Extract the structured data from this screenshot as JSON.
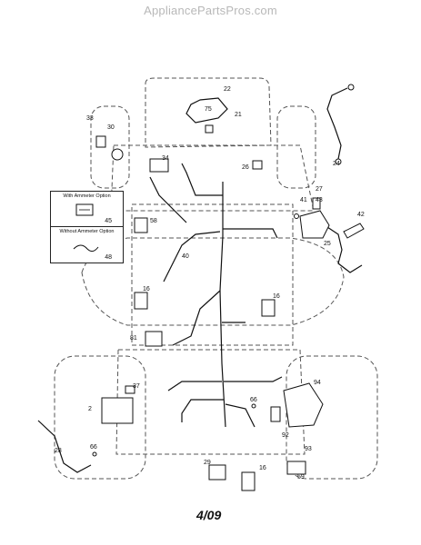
{
  "watermark": "AppliancePartsPros.com",
  "date_code": "4/09",
  "inset": {
    "with_ammeter_title": "With Ammeter Option",
    "with_ammeter_part": "45",
    "without_ammeter_title": "Without Ammeter Option",
    "without_ammeter_part": "48"
  },
  "callouts": {
    "c22": "22",
    "c75": "75",
    "c21": "21",
    "c33": "33",
    "c30": "30",
    "c34": "34",
    "c26": "26",
    "c24": "24",
    "c58": "58",
    "c41": "41",
    "c27": "27",
    "c43": "43",
    "c42": "42",
    "c25": "25",
    "c40": "40",
    "c16a": "16",
    "c16b": "16",
    "c81": "81",
    "c37": "37",
    "c2": "2",
    "c94": "94",
    "c66a": "66",
    "c92": "92",
    "c93": "93",
    "c28": "28",
    "c66b": "66",
    "c29": "29",
    "c16c": "16",
    "c59": "59"
  }
}
